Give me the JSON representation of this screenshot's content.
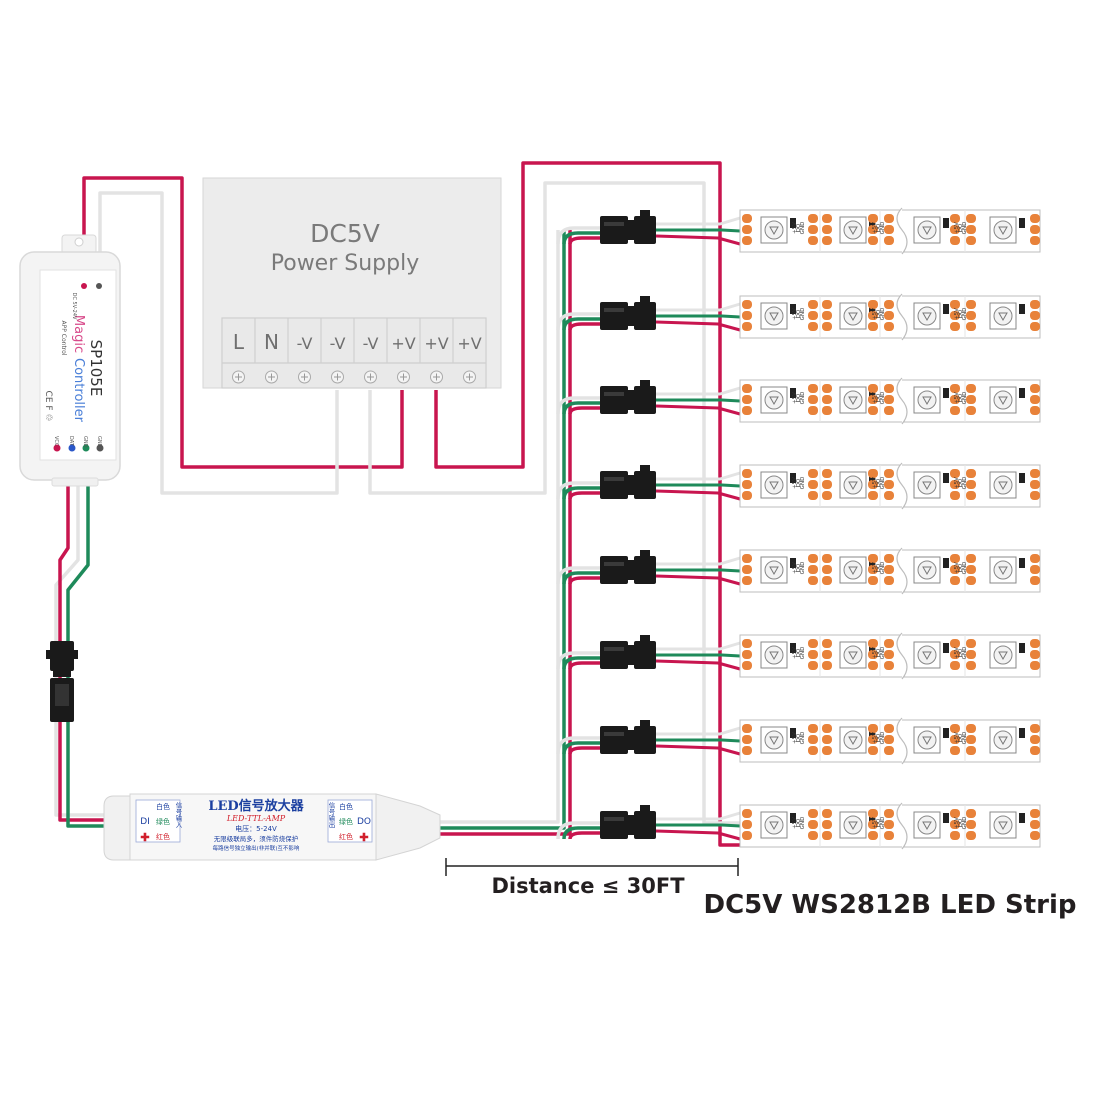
{
  "colors": {
    "wire_red": "#c8154f",
    "wire_green": "#1e8a5a",
    "wire_white": "#e3e3e3",
    "strip_orange": "#e8823a",
    "connector_black": "#1a1a1a",
    "amp_text": "#1b3fa0",
    "amp_red": "#d11f2b"
  },
  "power_supply": {
    "title_line1": "DC5V",
    "title_line2": "Power Supply",
    "terminals": [
      "L",
      "N",
      "-V",
      "-V",
      "-V",
      "+V",
      "+V",
      "+V"
    ]
  },
  "controller": {
    "model": "SP105E",
    "name_magic": "Magic",
    "name_controller": "Controller",
    "app_control": "APP Control",
    "voltage": "DC 5V-24V",
    "marks": "CE F ♲",
    "pins": [
      "VCC",
      "DAT",
      "GND",
      "GND"
    ]
  },
  "amplifier": {
    "title": "LED信号放大器",
    "subtitle": "LED-TTL-AMP",
    "voltage": "电压：5-24V",
    "line1": "无限级联局多，须件防烧保护",
    "line2": "每路信号独立输出(非并联)互不影响",
    "left_labels": [
      "白色",
      "绿色",
      "红色"
    ],
    "left_pin": "DI",
    "left_side": "信号输入",
    "right_labels": [
      "白色",
      "绿色",
      "红色"
    ],
    "right_pin": "DO",
    "right_side": "信号输出"
  },
  "strip_pad_labels": [
    "+5V",
    "DO",
    "GND"
  ],
  "distance_label": "Distance ≤ 30FT",
  "strip_label": "DC5V WS2812B LED Strip"
}
